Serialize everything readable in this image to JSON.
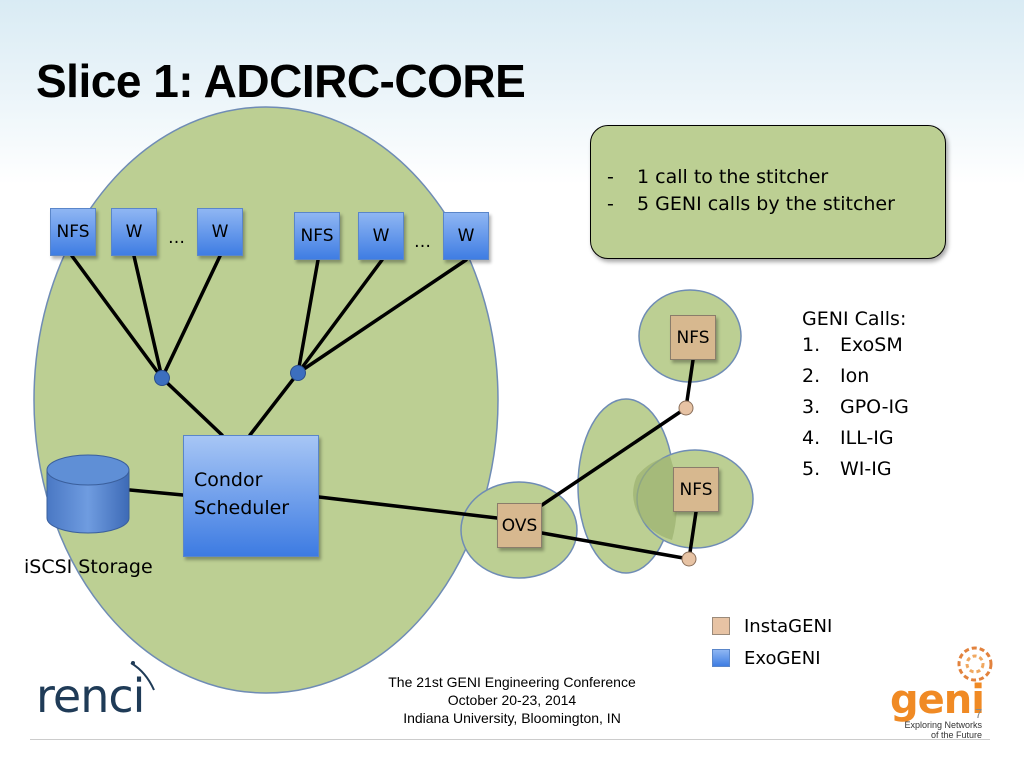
{
  "slide": {
    "title": "Slice 1: ADCIRC-CORE",
    "info_box": {
      "items": [
        {
          "bullet": "-",
          "text": "1 call to the stitcher"
        },
        {
          "bullet": "-",
          "text": "5 GENI calls by the stitcher"
        }
      ]
    },
    "nodes": {
      "left_group": {
        "nfs": "NFS",
        "w1": "W",
        "ellipsis": "…",
        "w2": "W"
      },
      "right_group": {
        "nfs": "NFS",
        "w1": "W",
        "ellipsis": "…",
        "w2": "W"
      },
      "condor_line1": "Condor",
      "condor_line2": "Scheduler",
      "storage_label": "iSCSI Storage",
      "ovs": "OVS",
      "nfs_top": "NFS",
      "nfs_bottom": "NFS"
    },
    "geni_calls": {
      "heading": "GENI Calls:",
      "items": [
        {
          "n": "1.",
          "name": "ExoSM"
        },
        {
          "n": "2.",
          "name": "Ion"
        },
        {
          "n": "3.",
          "name": "GPO-IG"
        },
        {
          "n": "4.",
          "name": "ILL-IG"
        },
        {
          "n": "5.",
          "name": "WI-IG"
        }
      ]
    },
    "legend": {
      "instageni": "InstaGENI",
      "exogeni": "ExoGENI"
    },
    "footer": {
      "line1": "The 21st GENI Engineering Conference",
      "line2": "October 20-23, 2014",
      "line3": "Indiana University, Bloomington, IN"
    },
    "logos": {
      "renci": "renci",
      "geni": "geni",
      "geni_tagline1": "Exploring Networks",
      "geni_tagline2": "of the Future"
    },
    "page_number": "7",
    "colors": {
      "site_fill": "#bccf93",
      "exogeni": "#3f7de3",
      "instageni": "#d7b88f",
      "junction": "#3c6fbf",
      "insta_port": "#e7c3a4",
      "geni_orange": "#f08a24"
    }
  }
}
